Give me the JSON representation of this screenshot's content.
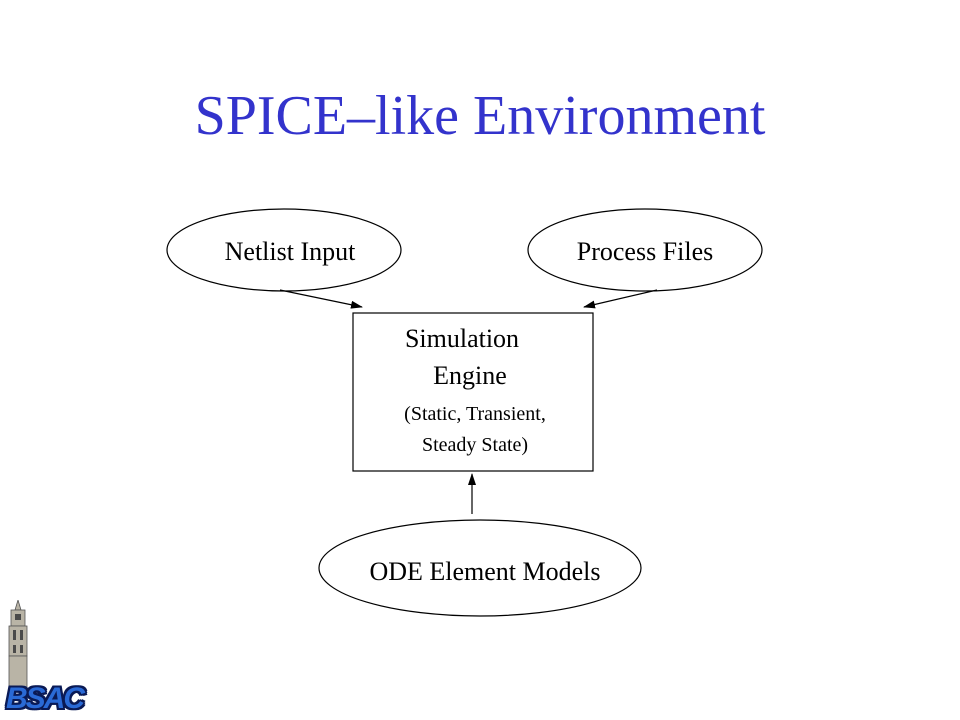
{
  "slide": {
    "title": "SPICE–like Environment"
  },
  "diagram": {
    "nodes": {
      "netlist_input": "Netlist Input",
      "process_files": "Process Files",
      "engine_line1": "Simulation",
      "engine_line2": "Engine",
      "engine_line3": "(Static, Transient,",
      "engine_line4": "Steady State)",
      "ode_models": "ODE Element Models"
    },
    "edges": [
      {
        "from": "Netlist Input",
        "to": "Simulation Engine"
      },
      {
        "from": "Process Files",
        "to": "Simulation Engine"
      },
      {
        "from": "ODE Element Models",
        "to": "Simulation Engine"
      }
    ]
  },
  "logo": {
    "text": "BSAC",
    "icon": "campanile-tower-icon",
    "colors": {
      "fill": "#2a6ad6",
      "outline": "#0a1a55"
    }
  },
  "colors": {
    "title": "#3333cc",
    "shapes": "#000000",
    "background": "#ffffff"
  }
}
